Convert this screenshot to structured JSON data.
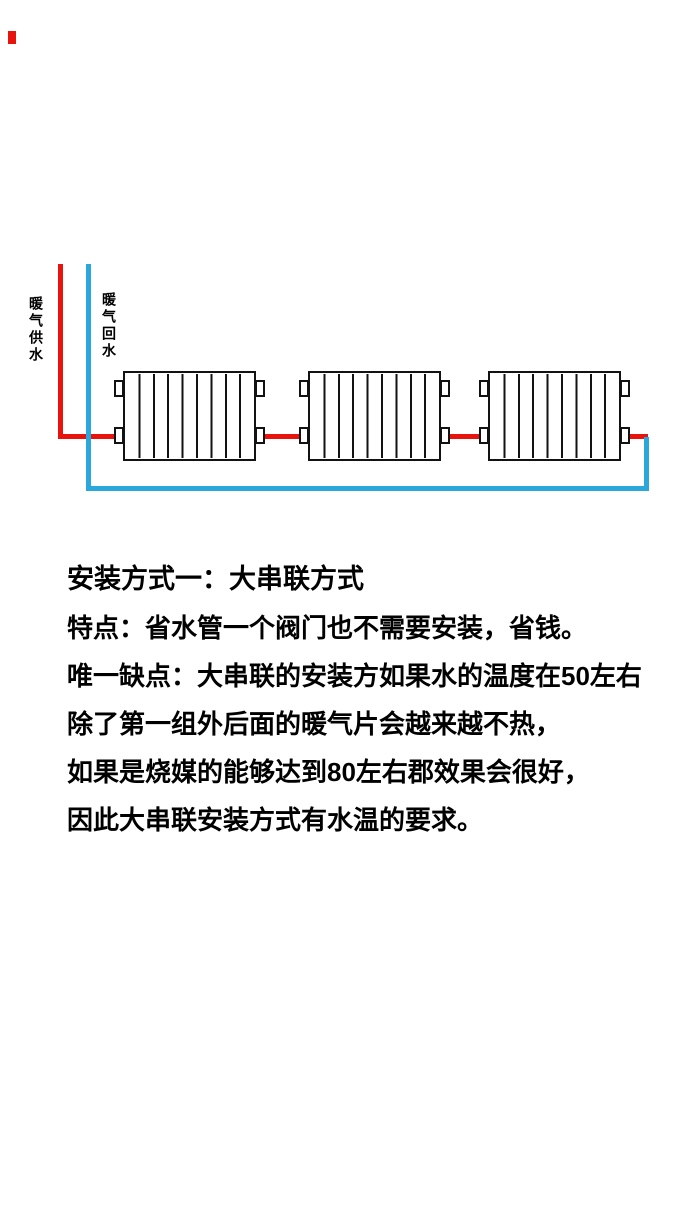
{
  "colors": {
    "supply": "#e8130c",
    "return": "#2aa8dc"
  },
  "diagram": {
    "supply_label": "暖气供水",
    "return_label": "暖气回水",
    "radiator_count": 3
  },
  "text": {
    "title": "安装方式一：大串联方式",
    "lines": [
      "特点：省水管一个阀门也不需要安装，省钱。",
      "唯一缺点：大串联的安装方如果水的温度在50左右",
      "除了第一组外后面的暖气片会越来越不热，",
      "如果是烧媒的能够达到80左右郡效果会很好，",
      "因此大串联安装方式有水温的要求。"
    ]
  }
}
